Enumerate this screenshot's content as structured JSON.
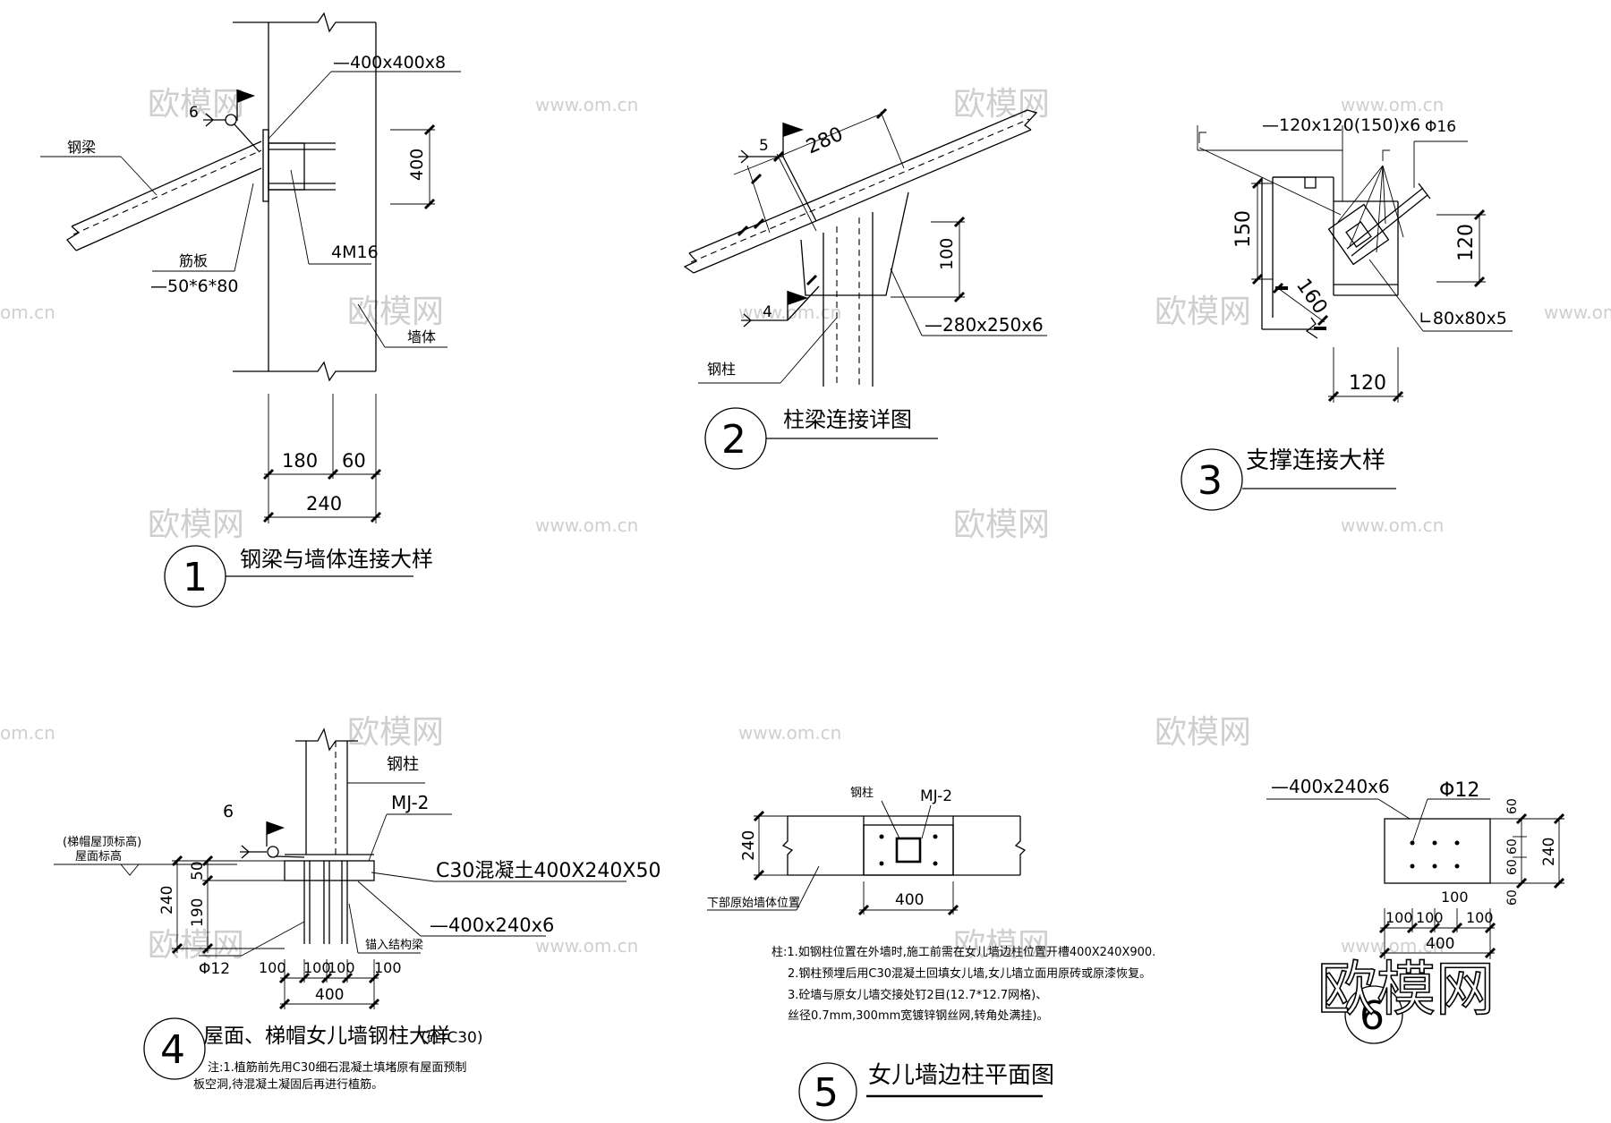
{
  "watermarks": {
    "brand": "欧模网",
    "site": "www.om.cn",
    "site_partial": "om.cn"
  },
  "detail1": {
    "number": "1",
    "title": "钢梁与墙体连接大样",
    "plate": "—400x400x8",
    "beam": "钢梁",
    "rib_name": "筋板",
    "rib_size": "—50*6*80",
    "bolts": "4M16",
    "wall": "墙体",
    "weld": "6",
    "dim_400": "400",
    "dim_180": "180",
    "dim_60": "60",
    "dim_240": "240"
  },
  "detail2": {
    "number": "2",
    "title": "柱梁连接详图",
    "dim_280": "280",
    "weld_5": "5",
    "weld_4": "4",
    "dim_100": "100",
    "plate": "—280x250x6",
    "column": "钢柱"
  },
  "detail3": {
    "number": "3",
    "title": "支撑连接大样",
    "plate": "—120x120(150)x6",
    "rod": "Φ16",
    "dim_150": "150",
    "dim_160": "160",
    "dim_120a": "120",
    "dim_120b": "120",
    "angle": "∟80x80x5"
  },
  "detail4": {
    "number": "4",
    "title": "屋面、梯帽女儿墙钢柱大样",
    "title_note": "(砼:C30)",
    "column": "钢柱",
    "mj": "MJ-2",
    "weld": "6",
    "elev1": "(梯帽屋顶标高)",
    "elev2": "屋面标高",
    "concrete": "C30混凝土400X240X50",
    "plate": "—400x240x6",
    "anchor": "锚入结构梁",
    "bar": "Φ12",
    "dim_240": "240",
    "dim_50": "50",
    "dim_190": "190",
    "dim_100a": "100",
    "dim_100b": "100",
    "dim_100c": "100",
    "dim_100d": "100",
    "dim_400": "400",
    "note1": "注:1.植筋前先用C30细石混凝土填堵原有屋面预制",
    "note2": "板空洞,待混凝土凝固后再进行植筋。"
  },
  "detail5": {
    "number": "5",
    "title": "女儿墙边柱平面图",
    "column": "钢柱",
    "mj": "MJ-2",
    "dim_240": "240",
    "dim_400": "400",
    "wall_label": "下部原始墙体位置",
    "note1": "柱:1.如钢柱位置在外墙时,施工前需在女儿墙边柱位置开槽400X240X900.",
    "note2": "2.钢柱预埋后用C30混凝土回填女儿墙,女儿墙立面用原砖或原漆恢复。",
    "note3": "3.砼墙与原女儿墙交接处钉2目(12.7*12.7网格)、",
    "note4": "丝径0.7mm,300mm宽镀锌钢丝网,转角处满挂)。"
  },
  "detail6": {
    "number": "6",
    "plate": "—400x240x6",
    "bar": "Φ12",
    "dim_60a": "60",
    "dim_60b": "60",
    "dim_60c": "60",
    "dim_60d": "60",
    "dim_240": "240",
    "dim_100": "100",
    "dim_100a": "100",
    "dim_100b": "100",
    "dim_100c": "100",
    "dim_400": "400",
    "big_wm": "欧模网"
  }
}
